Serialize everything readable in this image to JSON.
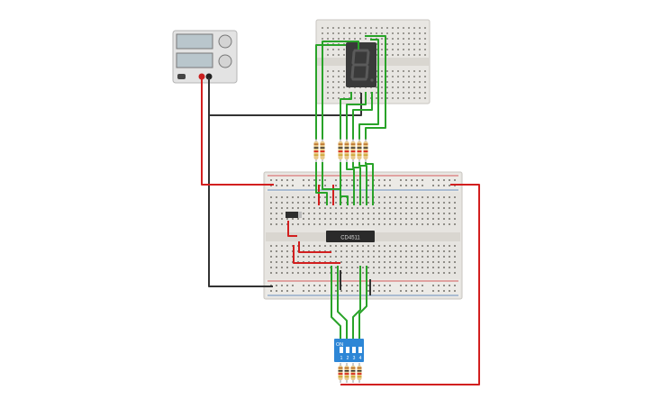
{
  "canvas": {
    "background": "#ffffff"
  },
  "power_supply": {
    "body_color": "#e3e3e3",
    "display_color": "#b9c6cc"
  },
  "small_breadboard": {
    "body_color": "#e8e6e2"
  },
  "seven_segment": {
    "body_color": "#3a3a3a",
    "digit": "8",
    "segment_color": "#5a5a5a"
  },
  "main_breadboard": {
    "body_color": "#e6e4e0",
    "rail_red": "#cc2a2a",
    "rail_blue": "#3c6fb0"
  },
  "ic": {
    "label": "CD4511",
    "body_color": "#2a2a2a",
    "text_color": "#d9d9d9"
  },
  "dip_switch": {
    "on_label": "ON",
    "numbers": [
      "1",
      "2",
      "3",
      "4"
    ],
    "body_color": "#2d86d6"
  },
  "wires": {
    "red": "#d21f1f",
    "black": "#333333",
    "green": "#29a329"
  },
  "resistor": {
    "body_color": "#e8c88a",
    "band_colors": [
      "#b5651d",
      "#222222",
      "#d40000",
      "#c9a227"
    ]
  }
}
